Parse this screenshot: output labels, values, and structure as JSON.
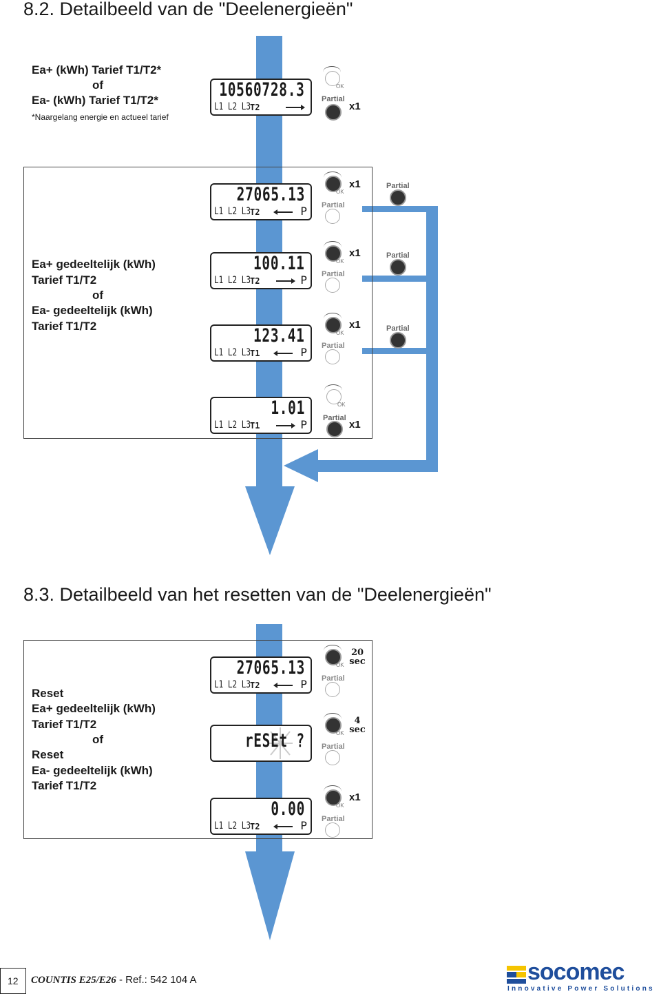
{
  "section_a": {
    "title": "8.2. Detailbeeld van de \"Deelenergieën\"",
    "intro_line1": "Ea+ (kWh) Tarief T1/T2*",
    "intro_line2": "of",
    "intro_line3": "Ea- (kWh) Tarief T1/T2*",
    "intro_note": "*Naargelang energie en actueel tarief",
    "desc_line1": "Ea+ gedeeltelijk (kWh)",
    "desc_line2": "Tarief T1/T2",
    "desc_line3": "of",
    "desc_line4": "Ea- gedeeltelijk (kWh)",
    "desc_line5": "Tarief T1/T2",
    "displays": {
      "d0": {
        "value": "10560728.3",
        "phases": "L1 L2 L3",
        "tariff": "T2"
      },
      "d1": {
        "value": "27065.13",
        "phases": "L1 L2 L3",
        "tariff": "T2",
        "p": "P"
      },
      "d2": {
        "value": "100.11",
        "phases": "L1 L2 L3",
        "tariff": "T2",
        "p": "P"
      },
      "d3": {
        "value": "123.41",
        "phases": "L1 L2 L3",
        "tariff": "T1",
        "p": "P"
      },
      "d4": {
        "value": "1.01",
        "phases": "L1 L2 L3",
        "tariff": "T1",
        "p": "P"
      }
    }
  },
  "section_b": {
    "title": "8.3. Detailbeeld van het resetten van de \"Deelenergieën\"",
    "desc_line1": "Reset",
    "desc_line2": "Ea+ gedeeltelijk (kWh)",
    "desc_line3": "Tarief T1/T2",
    "desc_line4": "of",
    "desc_line5": "Reset",
    "desc_line6": "Ea- gedeeltelijk (kWh)",
    "desc_line7": "Tarief T1/T2",
    "displays": {
      "r1": {
        "value": "27065.13",
        "phases": "L1 L2 L3",
        "tariff": "T2",
        "p": "P"
      },
      "r2": {
        "value": "rESEt ?"
      },
      "r3": {
        "value": "0.00",
        "phases": "L1 L2 L3",
        "tariff": "T2",
        "p": "P"
      }
    },
    "timer1_num": "20",
    "timer1_unit": "sec",
    "timer2_num": "4",
    "timer2_unit": "sec"
  },
  "buttons": {
    "ok": "OK",
    "partial": "Partial",
    "x1": "x1"
  },
  "footer": {
    "page": "12",
    "product": "COUNTIS E25/E26",
    "ref": " - Ref.: 542 104 A"
  },
  "brand": {
    "name": "socomec",
    "tagline": "Innovative Power Solutions"
  },
  "colors": {
    "arrow_blue": "#5b96d2",
    "brand_blue": "#1f4e9c",
    "brand_yellow": "#f5c400"
  }
}
